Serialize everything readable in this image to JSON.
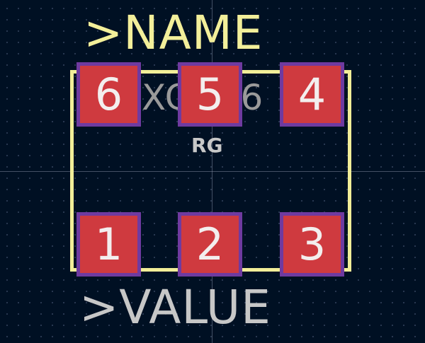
{
  "canvas": {
    "background_color": "#001023",
    "grid_dot_color": "#6e7da0",
    "crosshair_color": "#969fb4"
  },
  "footprint": {
    "name_text": ">NAME",
    "value_text": ">VALUE",
    "part_text": "XC6V6",
    "rg_text": "RG",
    "outline_color": "#f2ee98",
    "pad_fill_color": "#cf3a3f",
    "pad_border_color": "#6f3aa0",
    "pads": [
      {
        "number": "6"
      },
      {
        "number": "5"
      },
      {
        "number": "4"
      },
      {
        "number": "1"
      },
      {
        "number": "2"
      },
      {
        "number": "3"
      }
    ]
  }
}
